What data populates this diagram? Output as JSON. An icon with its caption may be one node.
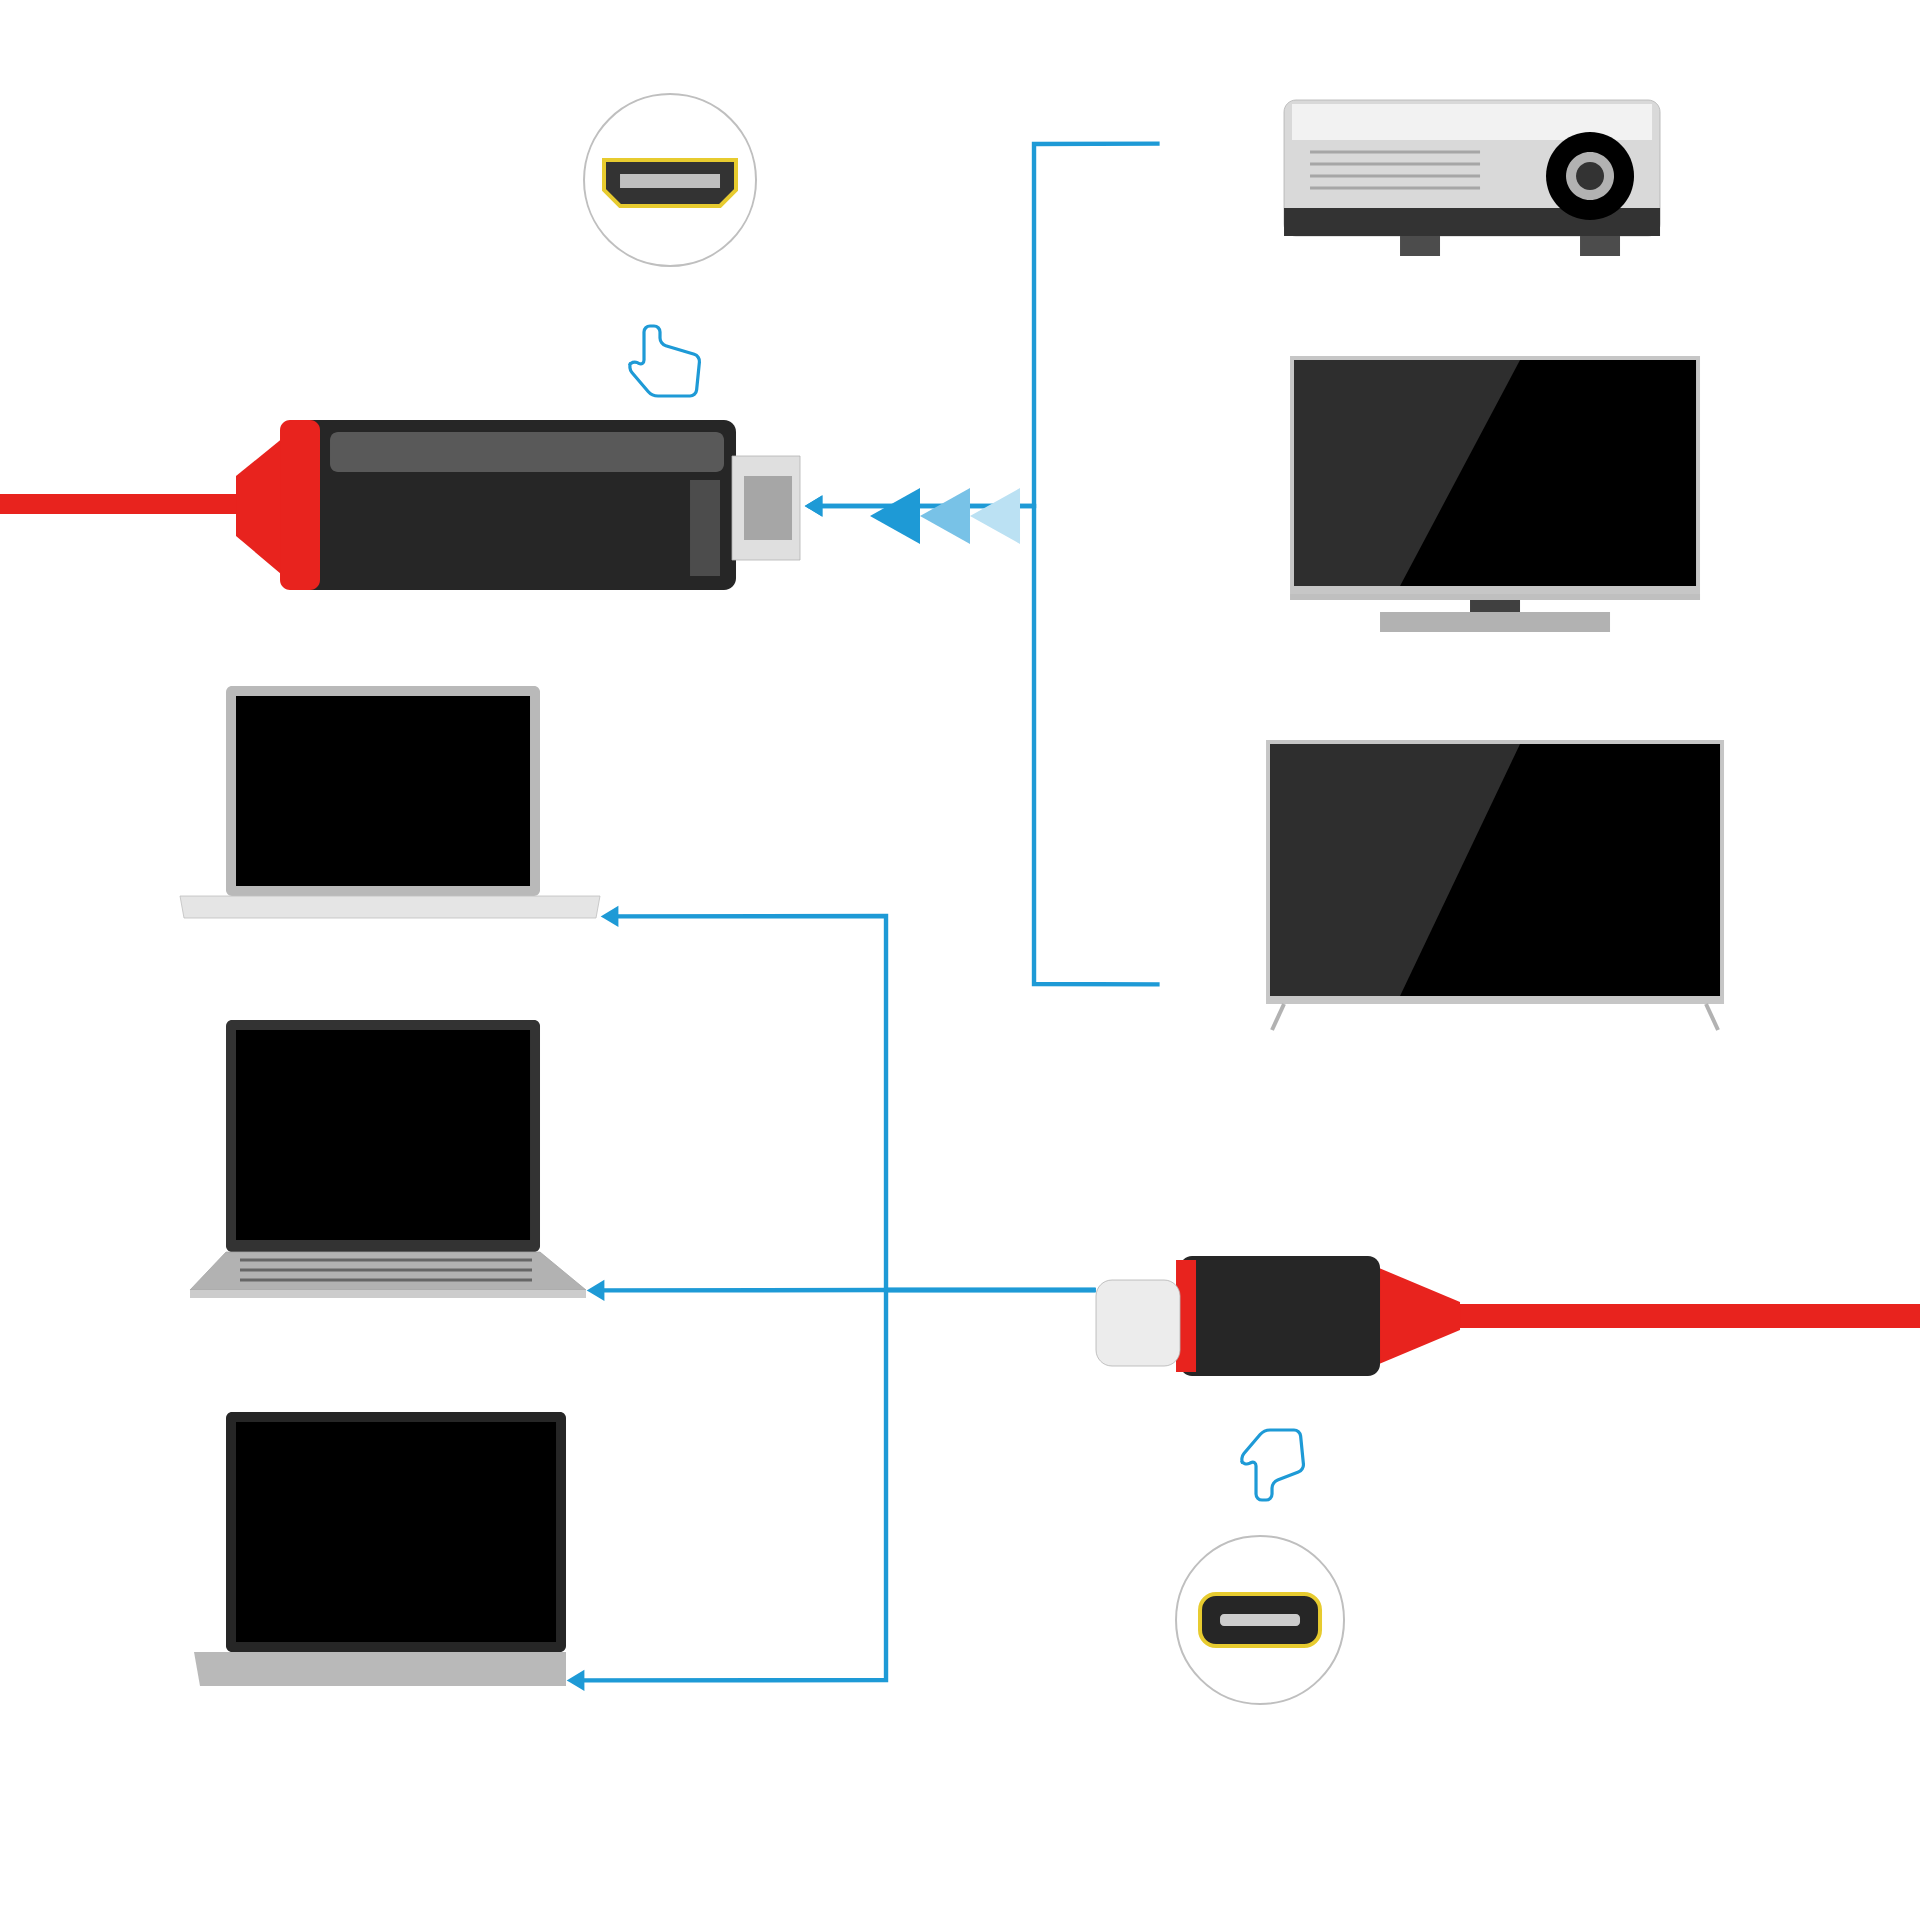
{
  "diagram": {
    "nodes": [
      {
        "text": [],
        "shape": "picture"
      },
      {
        "text": [],
        "shape": "picture"
      },
      {
        "text": [],
        "shape": "picture"
      },
      {
        "text": [],
        "shape": "picture"
      },
      {
        "text": [],
        "shape": "picture"
      },
      {
        "text": [],
        "shape": "picture"
      },
      {
        "text": [],
        "shape": "picture"
      },
      {
        "text": [],
        "shape": "picture"
      },
      {
        "text": [],
        "shape": "picture"
      },
      {
        "text": [],
        "shape": "picture"
      }
    ],
    "edges": [
      {
        "from": 1,
        "to": 0,
        "arrow": "to"
      },
      {
        "from": 3,
        "to": 0,
        "arrow": "to"
      },
      {
        "from": 7,
        "to": 4,
        "arrow": "to"
      },
      {
        "from": 7,
        "to": 5,
        "arrow": "to"
      },
      {
        "from": 7,
        "to": 6,
        "arrow": "to"
      }
    ]
  }
}
